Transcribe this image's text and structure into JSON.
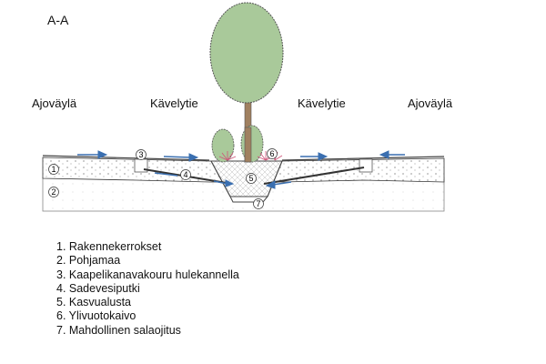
{
  "title": "A-A",
  "zones": [
    "Ajoväylä",
    "Kävelytie",
    "Kävelytie",
    "Ajoväylä"
  ],
  "markers": [
    "1",
    "2",
    "3",
    "4",
    "5",
    "6",
    "7"
  ],
  "legend": [
    "1. Rakennekerrokset",
    "2. Pohjamaa",
    "3. Kaapelikanavakouru hulekannella",
    "4. Sadevesiputki",
    "5. Kasvualusta",
    "6. Ylivuotokaivo",
    "7. Mahdollinen salaojitus"
  ],
  "colors": {
    "water": "#3a6fb0",
    "foliage": "#a9c99a",
    "trunk": "#a08060",
    "grass": "#d0557a"
  }
}
